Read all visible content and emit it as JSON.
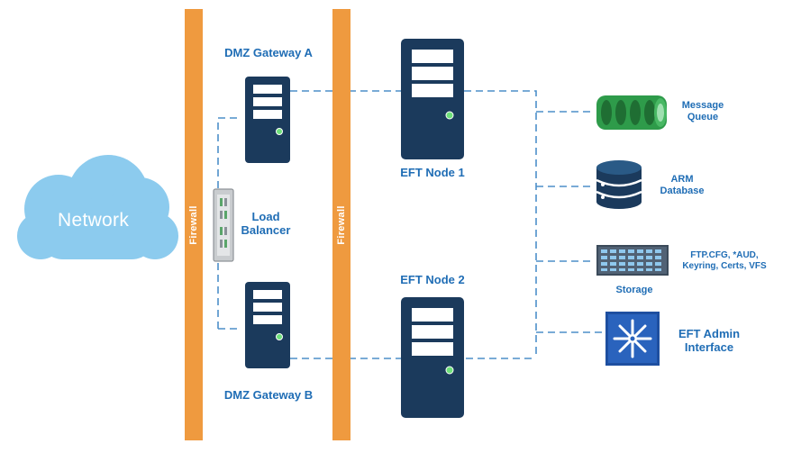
{
  "diagram": {
    "network_label": "Network",
    "firewall_left_label": "Firewall",
    "firewall_right_label": "Firewall",
    "load_balancer_label": [
      "Load",
      "Balancer"
    ],
    "gateway_a_label": "DMZ Gateway A",
    "gateway_b_label": "DMZ Gateway B",
    "node1_label": "EFT Node 1",
    "node2_label": "EFT Node 2",
    "message_queue_label": [
      "Message",
      "Queue"
    ],
    "arm_database_label": [
      "ARM",
      "Database"
    ],
    "storage_label": "Storage",
    "storage_contents_label": [
      "FTP.CFG, *AUD,",
      "Keyring, Certs, VFS"
    ],
    "admin_interface_label": [
      "EFT Admin",
      "Interface"
    ]
  },
  "colors": {
    "firewall": "#ef9a3f",
    "server": "#1b3a5c",
    "label_blue": "#1f6db5",
    "cloud": "#8ccbee",
    "dash_line": "#4d8fc9",
    "queue_green": "#2e9b4a",
    "admin_blue": "#1e4fa0"
  },
  "icons": [
    "cloud-icon",
    "load-balancer-icon",
    "server-icon",
    "message-queue-icon",
    "database-icon",
    "storage-rack-icon",
    "admin-snowflake-icon",
    "status-led-icon"
  ]
}
